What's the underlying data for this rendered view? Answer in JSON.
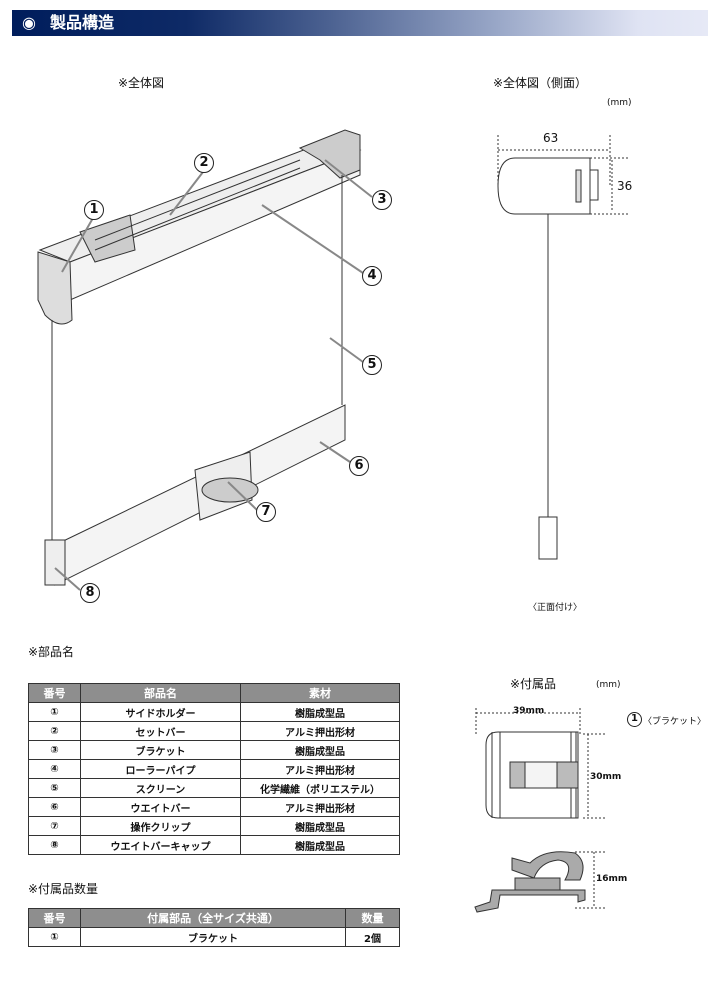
{
  "header": {
    "icon": "◉",
    "title": "製品構造"
  },
  "main_view": {
    "label": "※全体図",
    "callouts": [
      "1",
      "2",
      "3",
      "4",
      "5",
      "6",
      "7",
      "8"
    ]
  },
  "side_view": {
    "label": "※全体図（側面）",
    "unit": "(mm)",
    "width": "63",
    "height": "36",
    "note": "〈正面付け〉"
  },
  "parts": {
    "label": "※部品名",
    "headers": [
      "番号",
      "部品名",
      "素材"
    ],
    "rows": [
      [
        "①",
        "サイドホルダー",
        "樹脂成型品"
      ],
      [
        "②",
        "セットバー",
        "アルミ押出形材"
      ],
      [
        "③",
        "ブラケット",
        "樹脂成型品"
      ],
      [
        "④",
        "ローラーパイプ",
        "アルミ押出形材"
      ],
      [
        "⑤",
        "スクリーン",
        "化学繊維（ポリエステル）"
      ],
      [
        "⑥",
        "ウエイトバー",
        "アルミ押出形材"
      ],
      [
        "⑦",
        "操作クリップ",
        "樹脂成型品"
      ],
      [
        "⑧",
        "ウエイトバーキャップ",
        "樹脂成型品"
      ]
    ]
  },
  "accessories": {
    "label": "※付属品",
    "unit": "(mm)",
    "width": "39mm",
    "height": "30mm",
    "depth": "16mm",
    "callout_num": "1",
    "callout_text": "〈ブラケット〉"
  },
  "accessory_qty": {
    "label": "※付属品数量",
    "headers": [
      "番号",
      "付属部品（全サイズ共通）",
      "数量"
    ],
    "rows": [
      [
        "①",
        "ブラケット",
        "2個"
      ]
    ]
  }
}
